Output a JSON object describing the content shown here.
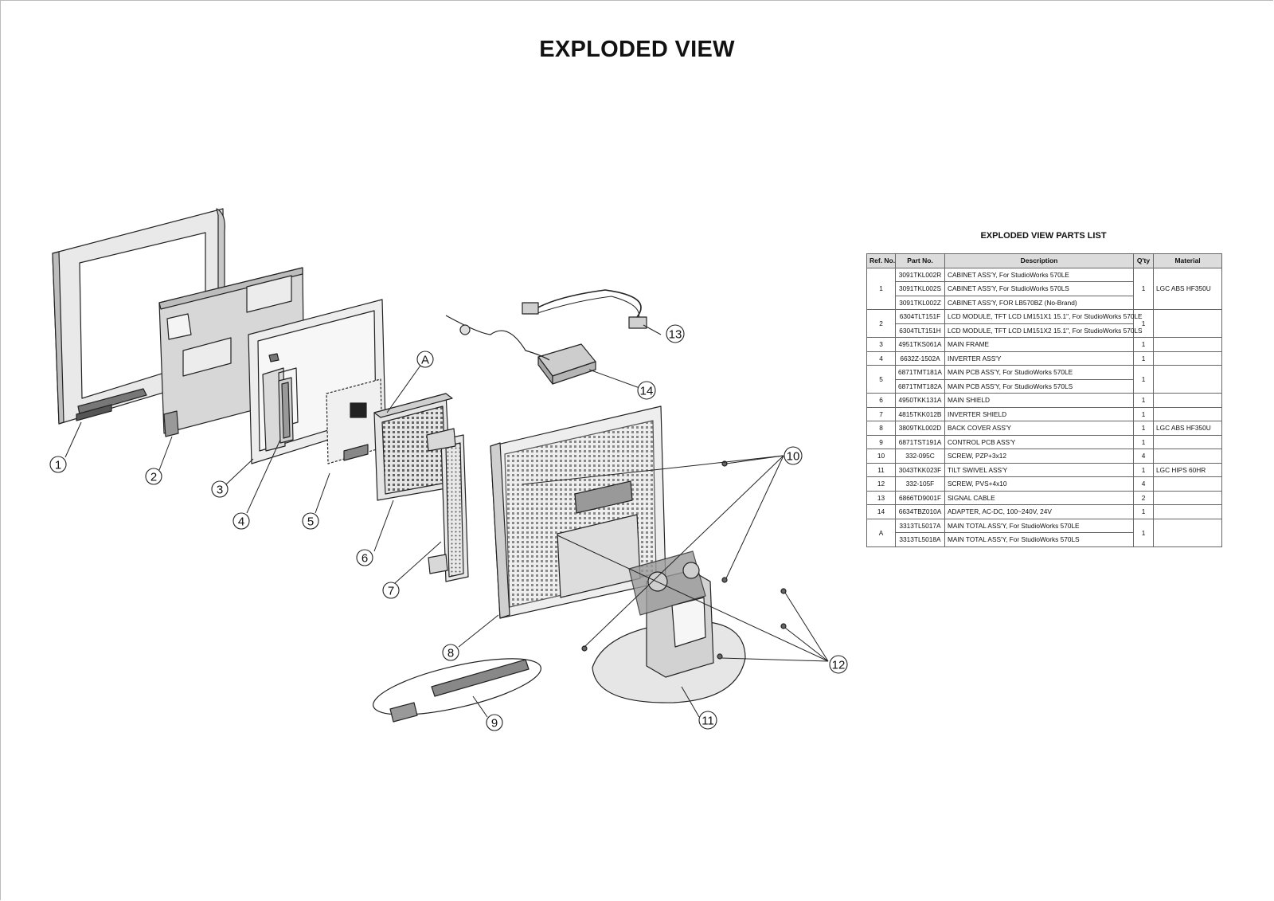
{
  "title": "EXPLODED VIEW",
  "callouts": [
    "1",
    "2",
    "3",
    "4",
    "5",
    "6",
    "7",
    "8",
    "9",
    "10",
    "11",
    "12",
    "13",
    "14",
    "A"
  ],
  "parts_list": {
    "title": "EXPLODED VIEW PARTS LIST",
    "headers": [
      "Ref. No.",
      "Part No.",
      "Description",
      "Q'ty",
      "Material"
    ],
    "groups": [
      {
        "ref": "1",
        "qty": "1",
        "material": "LGC ABS HF350U",
        "items": [
          {
            "part": "3091TKL002R",
            "desc": "CABINET ASS'Y, For StudioWorks 570LE"
          },
          {
            "part": "3091TKL002S",
            "desc": "CABINET ASS'Y, For StudioWorks 570LS"
          },
          {
            "part": "3091TKL002Z",
            "desc": "CABINET ASS'Y, FOR LB570BZ (No-Brand)"
          }
        ]
      },
      {
        "ref": "2",
        "qty": "1",
        "material": "",
        "items": [
          {
            "part": "6304TLT151F",
            "desc": "LCD MODULE, TFT LCD LM151X1 15.1\", For StudioWorks 570LE"
          },
          {
            "part": "6304TLT151H",
            "desc": "LCD MODULE, TFT LCD LM151X2 15.1\", For StudioWorks 570LS"
          }
        ]
      },
      {
        "ref": "3",
        "qty": "1",
        "material": "",
        "items": [
          {
            "part": "4951TKS061A",
            "desc": "MAIN FRAME"
          }
        ]
      },
      {
        "ref": "4",
        "qty": "1",
        "material": "",
        "items": [
          {
            "part": "6632Z-1502A",
            "desc": "INVERTER ASS'Y"
          }
        ]
      },
      {
        "ref": "5",
        "qty": "1",
        "material": "",
        "items": [
          {
            "part": "6871TMT181A",
            "desc": "MAIN PCB ASS'Y, For StudioWorks 570LE"
          },
          {
            "part": "6871TMT182A",
            "desc": "MAIN PCB ASS'Y, For StudioWorks 570LS"
          }
        ]
      },
      {
        "ref": "6",
        "qty": "1",
        "material": "",
        "items": [
          {
            "part": "4950TKK131A",
            "desc": "MAIN SHIELD"
          }
        ]
      },
      {
        "ref": "7",
        "qty": "1",
        "material": "",
        "items": [
          {
            "part": "4815TKK012B",
            "desc": "INVERTER SHIELD"
          }
        ]
      },
      {
        "ref": "8",
        "qty": "1",
        "material": "LGC ABS HF350U",
        "items": [
          {
            "part": "3809TKL002D",
            "desc": "BACK COVER ASS'Y"
          }
        ]
      },
      {
        "ref": "9",
        "qty": "1",
        "material": "",
        "items": [
          {
            "part": "6871TST191A",
            "desc": "CONTROL PCB ASS'Y"
          }
        ]
      },
      {
        "ref": "10",
        "qty": "4",
        "material": "",
        "items": [
          {
            "part": "332-095C",
            "desc": "SCREW, PZP+3x12"
          }
        ]
      },
      {
        "ref": "11",
        "qty": "1",
        "material": "LGC HIPS 60HR",
        "items": [
          {
            "part": "3043TKK023F",
            "desc": "TILT SWIVEL ASS'Y"
          }
        ]
      },
      {
        "ref": "12",
        "qty": "4",
        "material": "",
        "items": [
          {
            "part": "332-105F",
            "desc": "SCREW, PVS+4x10"
          }
        ]
      },
      {
        "ref": "13",
        "qty": "2",
        "material": "",
        "items": [
          {
            "part": "6866TD9001F",
            "desc": "SIGNAL CABLE"
          }
        ]
      },
      {
        "ref": "14",
        "qty": "1",
        "material": "",
        "items": [
          {
            "part": "6634TBZ010A",
            "desc": "ADAPTER, AC-DC, 100~240V, 24V"
          }
        ]
      },
      {
        "ref": "A",
        "qty": "1",
        "material": "",
        "items": [
          {
            "part": "3313TL5017A",
            "desc": "MAIN TOTAL ASS'Y, For StudioWorks 570LE"
          },
          {
            "part": "3313TL5018A",
            "desc": "MAIN TOTAL ASS'Y, For StudioWorks 570LS"
          }
        ]
      }
    ]
  }
}
